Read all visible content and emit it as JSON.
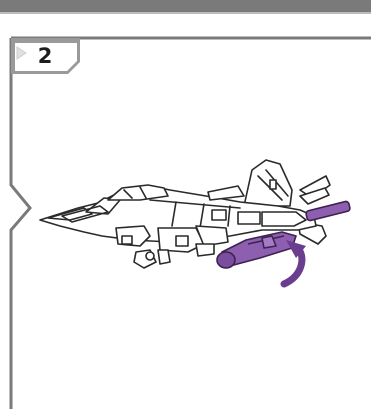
{
  "step": {
    "number": "2"
  },
  "colors": {
    "frame": "#7a7a7a",
    "badge": "#9a9a9a",
    "badge_triangle": "#e8e8e8",
    "line_art": "#2a2a2a",
    "part_highlight": "#8e5fb0",
    "arrow": "#6a3d8f"
  },
  "illustration": {
    "subject": "jet-mode-robot-figure",
    "action": "rotate-part-upward"
  }
}
